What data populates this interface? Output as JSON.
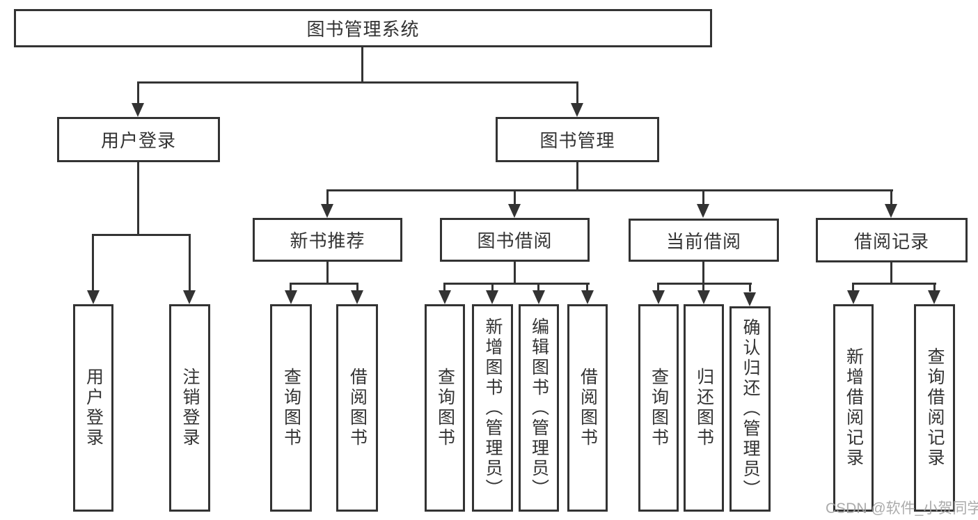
{
  "tree": {
    "label": "图书管理系统",
    "children": [
      {
        "label": "用户登录",
        "children": [
          {
            "label": "用户登录"
          },
          {
            "label": "注销登录"
          }
        ]
      },
      {
        "label": "图书管理",
        "children": [
          {
            "label": "新书推荐",
            "children": [
              {
                "label": "查询图书"
              },
              {
                "label": "借阅图书"
              }
            ]
          },
          {
            "label": "图书借阅",
            "children": [
              {
                "label": "查询图书"
              },
              {
                "label": "新增图书（管理员）"
              },
              {
                "label": "编辑图书（管理员）"
              },
              {
                "label": "借阅图书"
              }
            ]
          },
          {
            "label": "当前借阅",
            "children": [
              {
                "label": "查询图书"
              },
              {
                "label": "归还图书"
              },
              {
                "label": "确认归还（管理员）"
              }
            ]
          },
          {
            "label": "借阅记录",
            "children": [
              {
                "label": "新增借阅记录"
              },
              {
                "label": "查询借阅记录"
              }
            ]
          }
        ]
      }
    ]
  },
  "watermark": {
    "text": "CSDN @软件_小贺同学"
  },
  "colors": {
    "line": "#333333",
    "watermark": "#a3a3a3",
    "background": "#ffffff"
  }
}
